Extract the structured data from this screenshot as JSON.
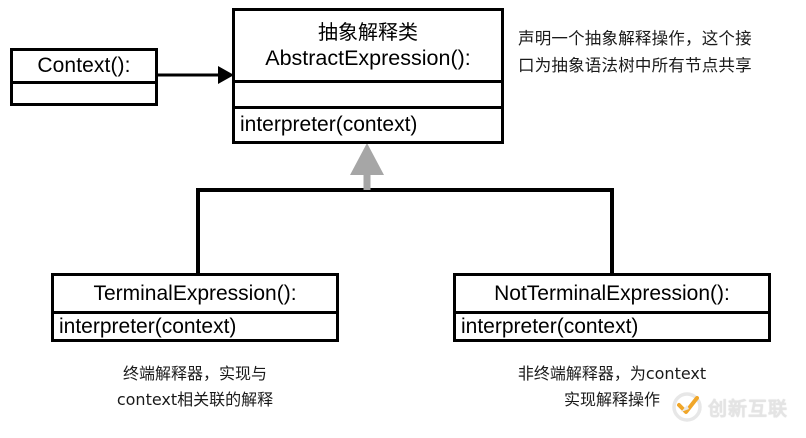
{
  "diagram": {
    "type": "uml-class-diagram",
    "title": "Interpreter Pattern Class Diagram",
    "colors": {
      "background": "#ffffff",
      "stroke": "#000000",
      "inheritance_arrow": "#a6a6a6",
      "watermark_text": "#e3e3e3",
      "watermark_mark": "#f0a21e"
    },
    "classes": [
      {
        "id": "context",
        "name": "Context():",
        "compartments": [
          "Context():",
          ""
        ]
      },
      {
        "id": "abstract-expression",
        "name_cn": "抽象解释类",
        "name_en": "AbstractExpression():",
        "attributes": "",
        "operation": "interpreter(context)"
      },
      {
        "id": "terminal-expression",
        "name": "TerminalExpression():",
        "operation": "interpreter(context)"
      },
      {
        "id": "notterminal-expression",
        "name": "NotTerminalExpression():",
        "operation": "interpreter(context)"
      }
    ],
    "notes": {
      "abstract_expression": "声明一个抽象解释操作，这个接\n口为抽象语法树中所有节点共享",
      "terminal_expression": "终端解释器，实现与\ncontext相关联的解释",
      "notterminal_expression": "非终端解释器，为context\n实现解释操作"
    },
    "relations": [
      {
        "id": "context-to-abstract",
        "kind": "association",
        "from": "context",
        "to": "abstract-expression",
        "arrow": "solid-filled-triangle"
      },
      {
        "id": "terminal-inherits-abstract",
        "kind": "generalization",
        "from": "terminal-expression",
        "to": "abstract-expression",
        "arrow": "hollow-triangle-gray"
      },
      {
        "id": "notterminal-inherits-abstract",
        "kind": "generalization",
        "from": "notterminal-expression",
        "to": "abstract-expression",
        "arrow": "hollow-triangle-gray"
      }
    ]
  },
  "watermark": {
    "text": "创新互联",
    "logo": "check-badge-icon"
  }
}
